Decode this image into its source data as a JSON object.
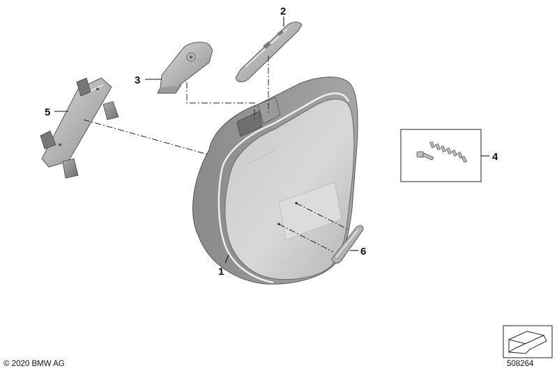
{
  "callouts": {
    "c1": "1",
    "c2": "2",
    "c3": "3",
    "c4": "4",
    "c5": "5",
    "c6": "6"
  },
  "footer": {
    "copyright": "© 2020 BMW AG",
    "diagram_number": "508264"
  },
  "colors": {
    "case_light": "#d4d4d4",
    "case_mid": "#a9a9a9",
    "case_dark": "#7d7d7d",
    "line": "#222222"
  }
}
